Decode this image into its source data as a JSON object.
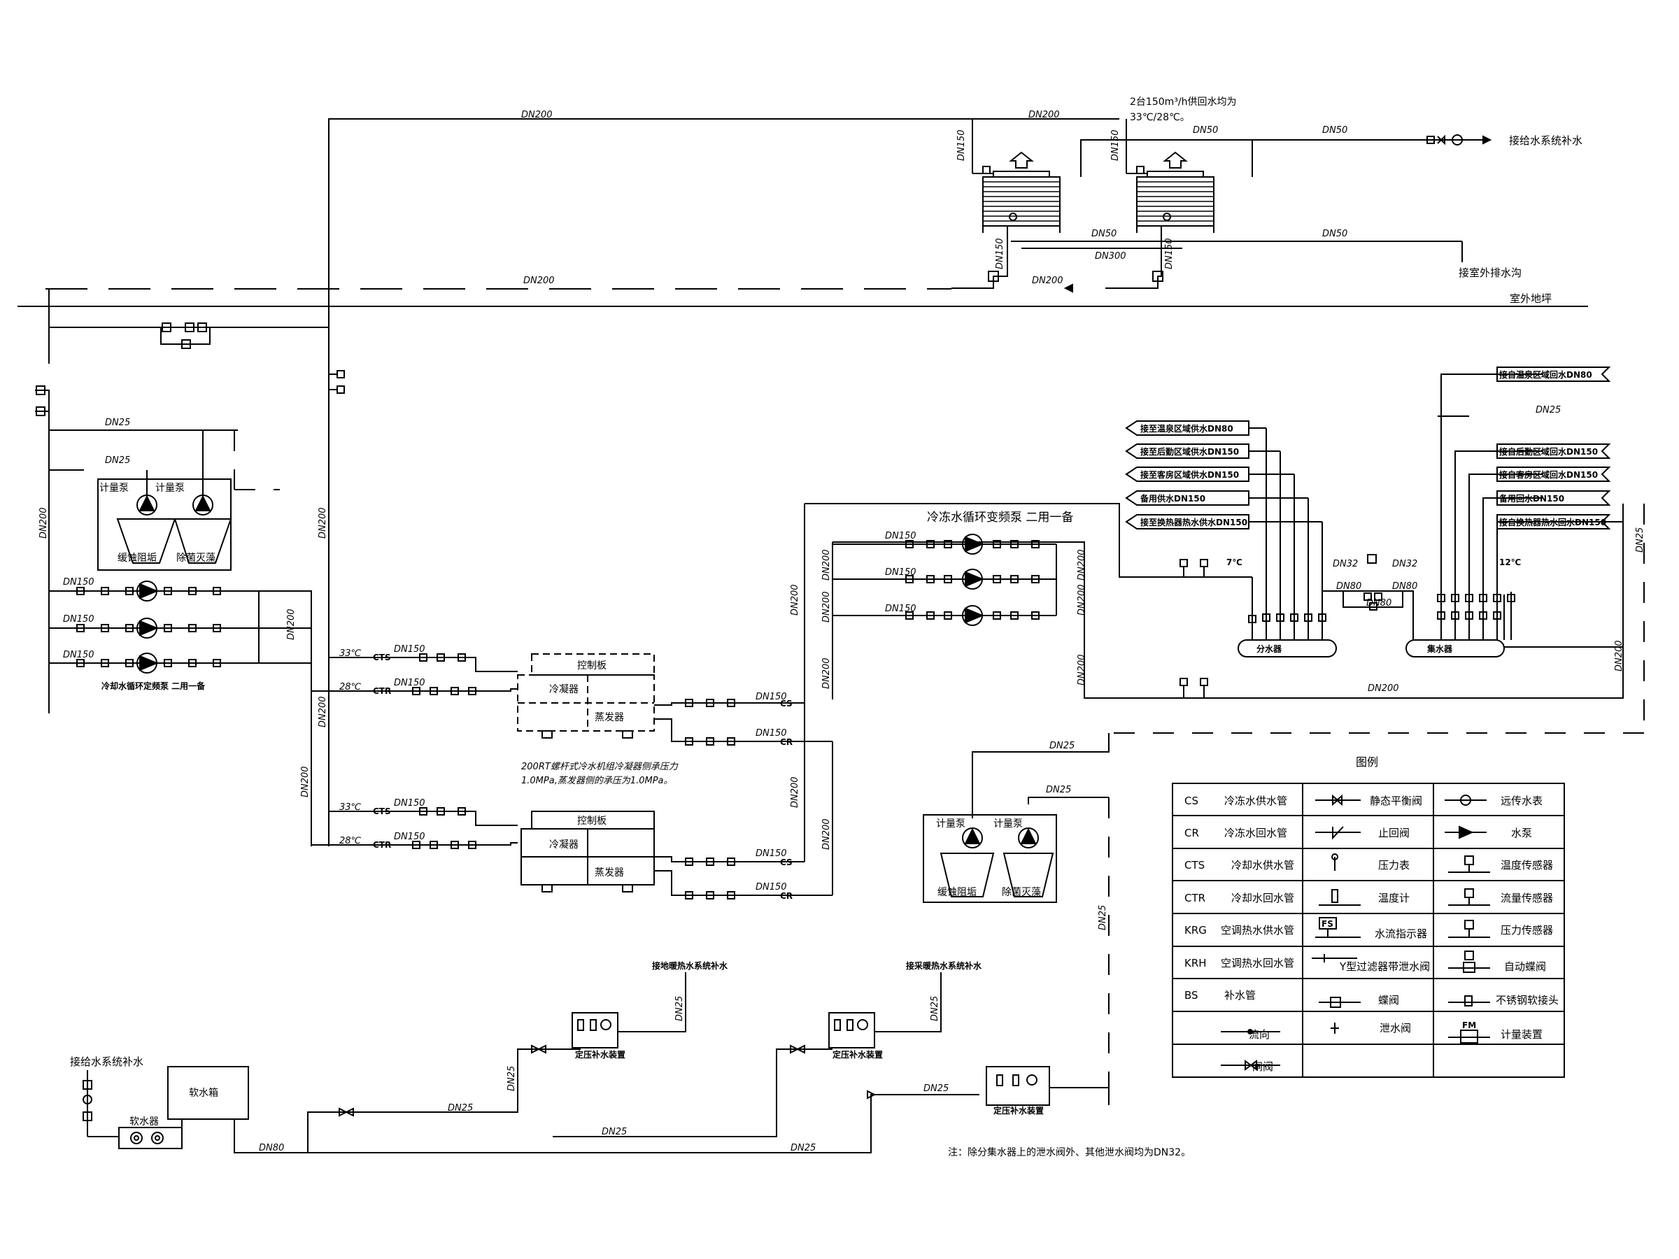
{
  "pipe_sizes": {
    "dn200": "DN200",
    "dn150": "DN150",
    "dn50": "DN50",
    "dn300": "DN300",
    "dn80": "DN80",
    "dn32": "DN32",
    "dn25": "DN25"
  },
  "cooling_tower": {
    "spec": "2台150m³/h供回水均为",
    "temps": "33℃/28℃。",
    "makeup": "接给水系统补水",
    "drain": "接室外排水沟"
  },
  "ground_label": "室外地坪",
  "left_pumps": {
    "pump_a": "计量泵",
    "pump_b": "计量泵",
    "tank_a": "缓蚀阻垢",
    "tank_b": "除菌灭藻",
    "group_caption": "冷却水循环定频泵 二用一备"
  },
  "chiller": {
    "control_panel": "控制板",
    "condenser": "冷凝器",
    "evaporator": "蒸发器",
    "note_line1": "200RT螺杆式冷水机组冷凝器侧承压力",
    "note_line2": "1.0MPa,蒸发器侧的承压为1.0MPa。",
    "t33": "33℃",
    "t28": "28℃",
    "cts": "CTS",
    "ctr": "CTR",
    "cs": "CS",
    "cr": "CR"
  },
  "chw_pump_caption": "冷冻水循环变频泵 二用一备",
  "header": {
    "supply_temp": "7℃",
    "return_temp": "12℃",
    "supply_name": "分水器",
    "return_name": "集水器"
  },
  "supply_branches": [
    "接至温泉区域供水DN80",
    "接至后勤区域供水DN150",
    "接至客房区域供水DN150",
    "备用供水DN150",
    "接至换热器热水供水DN150"
  ],
  "return_branches": [
    "接自温泉区域回水DN80",
    "接自后勤区域回水DN150",
    "接自客房区域回水DN150",
    "备用回水DN150",
    "接自换热器热水回水DN150"
  ],
  "mid_pumps": {
    "pump_a": "计量泵",
    "pump_b": "计量泵",
    "tank_a": "缓蚀阻垢",
    "tank_b": "除菌灭藻"
  },
  "bottom": {
    "floor_heat_makeup": "接地暖热水系统补水",
    "radiator_makeup": "接采暖热水系统补水",
    "const_pressure": "定压补水装置",
    "soft_tank": "软水箱",
    "softener": "软水器",
    "water_supply": "接给水系统补水"
  },
  "note": "注：除分集水器上的泄水阀外、其他泄水阀均为DN32。",
  "legend": {
    "title": "图例",
    "rows": [
      {
        "code": "CS",
        "name": "冷冻水供水管",
        "mid": "静态平衡阀",
        "right": "远传水表"
      },
      {
        "code": "CR",
        "name": "冷冻水回水管",
        "mid": "止回阀",
        "right": "水泵"
      },
      {
        "code": "CTS",
        "name": "冷却水供水管",
        "mid": "压力表",
        "right": "温度传感器"
      },
      {
        "code": "CTR",
        "name": "冷却水回水管",
        "mid": "温度计",
        "right": "流量传感器"
      },
      {
        "code": "KRG",
        "name": "空调热水供水管",
        "mid": "水流指示器",
        "right": "压力传感器"
      },
      {
        "code": "KRH",
        "name": "空调热水回水管",
        "mid": "Y型过滤器带泄水阀",
        "right": "自动蝶阀"
      },
      {
        "code": "BS",
        "name": "补水管",
        "mid": "蝶阀",
        "right": "不锈钢软接头"
      },
      {
        "code": "",
        "name": "流向",
        "mid": "泄水阀",
        "right": "计量装置"
      },
      {
        "code": "",
        "name": "闸阀",
        "mid": "",
        "right": ""
      }
    ],
    "fs": "FS",
    "fm": "FM"
  }
}
